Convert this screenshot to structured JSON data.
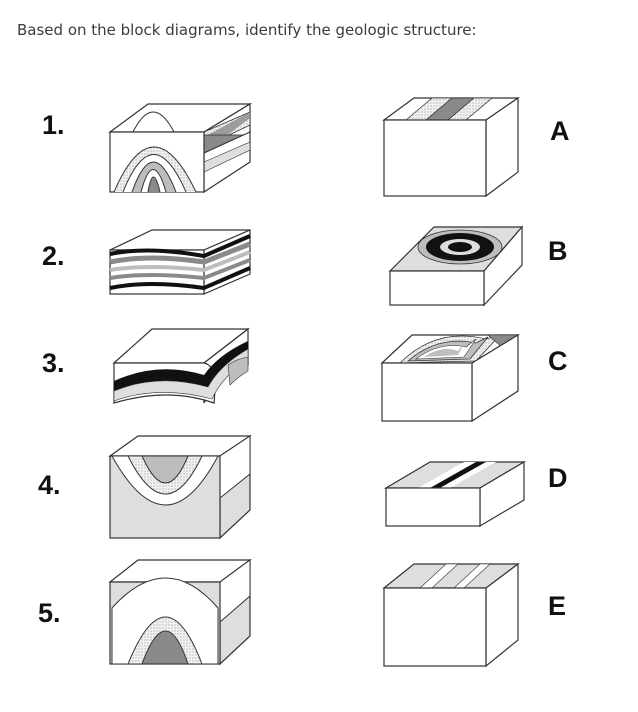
{
  "question": "Based on the block diagrams, identify the geologic structure:",
  "numbers": [
    "1.",
    "2.",
    "3.",
    "4.",
    "5."
  ],
  "letters": [
    "A",
    "B",
    "C",
    "D",
    "E"
  ],
  "colors": {
    "stroke": "#333333",
    "light_gray": "#dedede",
    "mid_gray": "#bdbdbd",
    "dark_gray": "#8a8a8a",
    "black": "#111111",
    "stipple": "#e6e6e6",
    "white": "#ffffff"
  }
}
